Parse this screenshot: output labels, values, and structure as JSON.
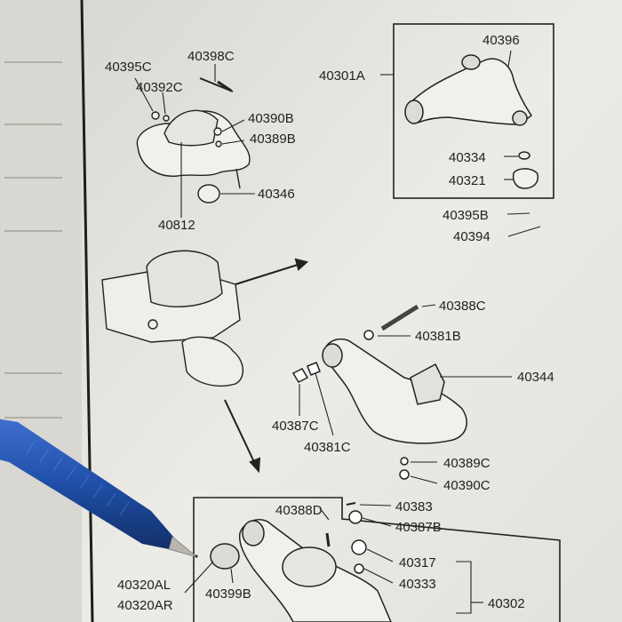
{
  "labels": {
    "p40395c": "40395C",
    "p40398c": "40398C",
    "p40392c": "40392C",
    "p40390b": "40390B",
    "p40389b": "40389B",
    "p40346": "40346",
    "p40812": "40812",
    "p40301a": "40301A",
    "p40396": "40396",
    "p40334": "40334",
    "p40321": "40321",
    "p40395b": "40395B",
    "p40394": "40394",
    "p40388c": "40388C",
    "p40381b": "40381B",
    "p40344": "40344",
    "p40387c": "40387C",
    "p40381c": "40381C",
    "p40389c": "40389C",
    "p40390c": "40390C",
    "p40388d": "40388D",
    "p40383": "40383",
    "p40387b": "40387B",
    "p40317": "40317",
    "p40333": "40333",
    "p40302": "40302",
    "p40320al": "40320AL",
    "p40320ar": "40320AR",
    "p40399b": "40399B"
  },
  "colors": {
    "paper": "#e9e8e3",
    "ink": "#222222",
    "pen_blue": "#1f4fa8"
  },
  "icons": {
    "pen": "ballpoint-pen-icon"
  }
}
